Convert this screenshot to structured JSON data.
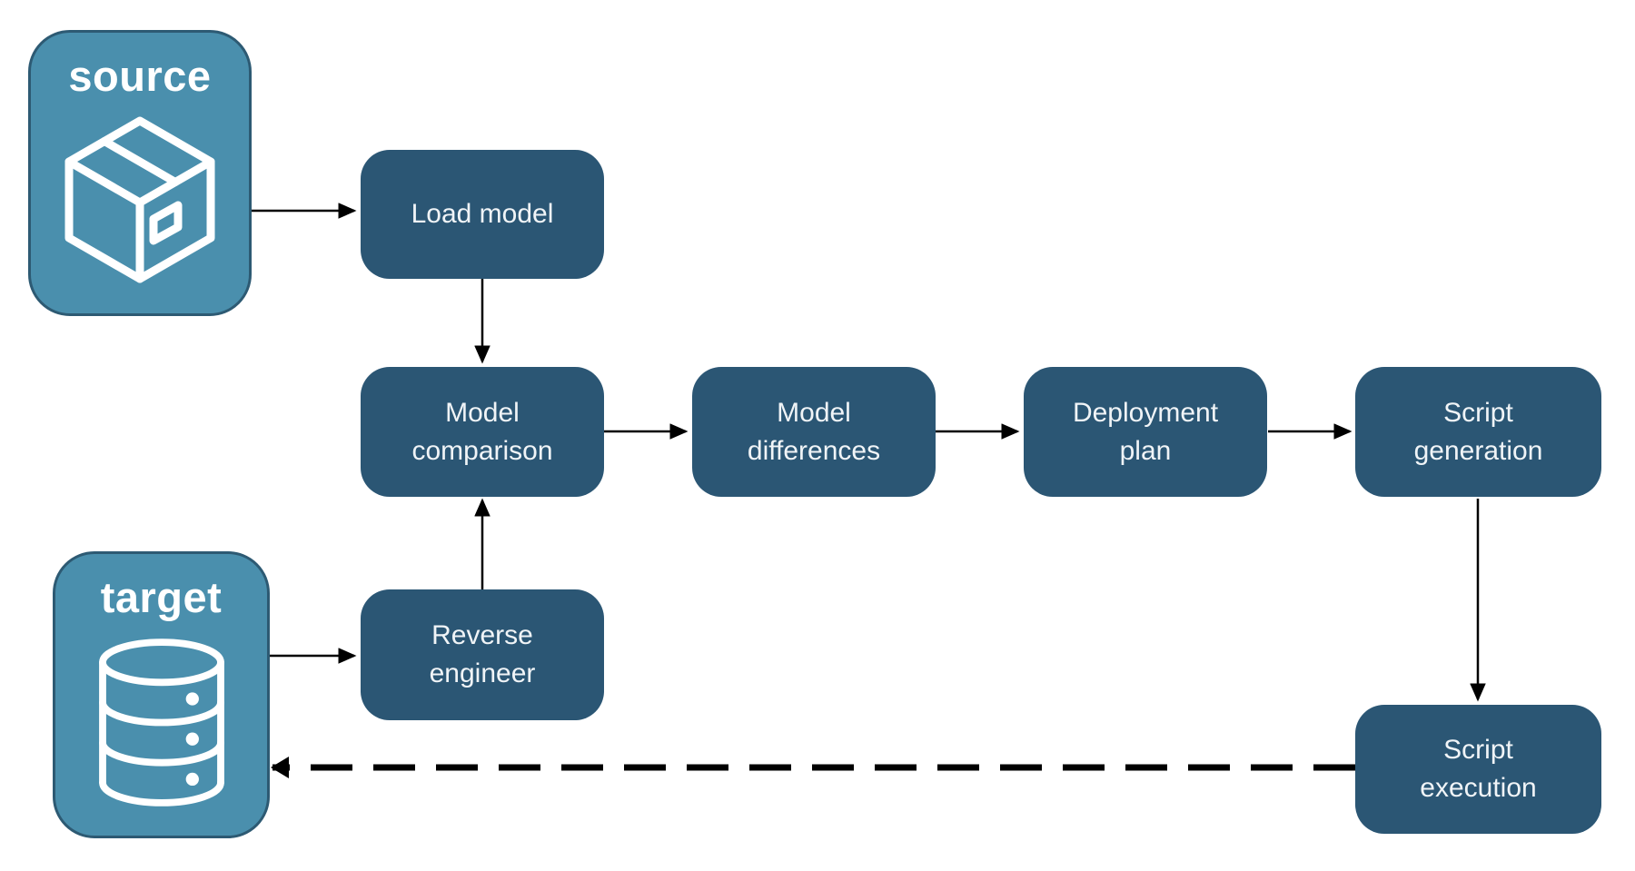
{
  "diagram": {
    "description": "Database schema deployment workflow diagram",
    "colors": {
      "page_bg": "#ffffff",
      "endpoint_fill": "#4A8FAD",
      "endpoint_border": "#2D5A73",
      "endpoint_text": "#ffffff",
      "node_fill": "#2B5674",
      "node_text": "#F0F4F7",
      "arrow": "#000000"
    },
    "endpoints": {
      "source": {
        "label": "source",
        "icon": "package-icon"
      },
      "target": {
        "label": "target",
        "icon": "database-icon"
      }
    },
    "steps": {
      "load_model": {
        "label": "Load model"
      },
      "model_comparison": {
        "label": "Model\ncomparison"
      },
      "model_differences": {
        "label": "Model\ndifferences"
      },
      "deployment_plan": {
        "label": "Deployment\nplan"
      },
      "script_generation": {
        "label": "Script\ngeneration"
      },
      "reverse_engineer": {
        "label": "Reverse\nengineer"
      },
      "script_execution": {
        "label": "Script\nexecution"
      }
    },
    "connections": [
      {
        "from": "source",
        "to": "load_model",
        "style": "solid"
      },
      {
        "from": "load_model",
        "to": "model_comparison",
        "style": "solid"
      },
      {
        "from": "target",
        "to": "reverse_engineer",
        "style": "solid"
      },
      {
        "from": "reverse_engineer",
        "to": "model_comparison",
        "style": "solid"
      },
      {
        "from": "model_comparison",
        "to": "model_differences",
        "style": "solid"
      },
      {
        "from": "model_differences",
        "to": "deployment_plan",
        "style": "solid"
      },
      {
        "from": "deployment_plan",
        "to": "script_generation",
        "style": "solid"
      },
      {
        "from": "script_generation",
        "to": "script_execution",
        "style": "solid"
      },
      {
        "from": "script_execution",
        "to": "target",
        "style": "dashed"
      }
    ]
  }
}
